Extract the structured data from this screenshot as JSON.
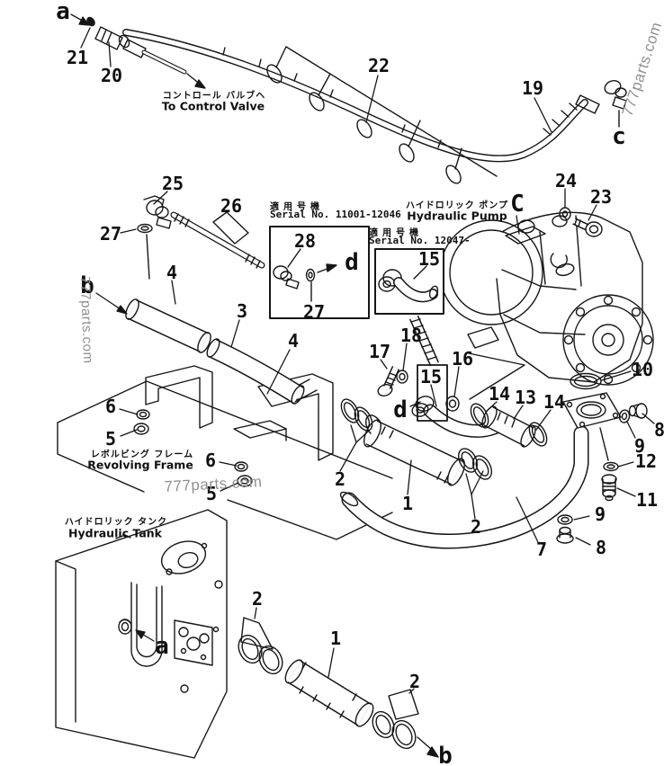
{
  "figure": {
    "type": "hydraulic-piping-parts-diagram"
  },
  "watermark": {
    "text": "777parts.com"
  },
  "annotations": {
    "control_valve_jp": "コントロール バルブヘ",
    "control_valve_en": "To Control Valve",
    "hydraulic_pump_jp": "ハイドロリック ポンプ",
    "hydraulic_pump_en": "Hydraulic Pump",
    "revolving_frame_jp": "レボルビング フレーム",
    "revolving_frame_en": "Revolving Frame",
    "hydraulic_tank_jp": "ハイドロリック タンク",
    "hydraulic_tank_en": "Hydraulic Tank",
    "serial_jp": "適用号機",
    "serial_range_1": "Serial No. 11001-12046",
    "serial_range_2": "Serial No. 12047-"
  },
  "markers": {
    "a_top": "a",
    "b_left": "b",
    "c_top": "c",
    "c_pump": "C",
    "d_box": "d",
    "d_mid": "d",
    "a_tank": "a",
    "b_bottom": "b"
  },
  "callouts": {
    "n21": "21",
    "n20": "20",
    "n22": "22",
    "n19": "19",
    "n25": "25",
    "n26": "26",
    "n27_top": "27",
    "n28": "28",
    "n27_box": "27",
    "n15_box": "15",
    "n24": "24",
    "n23": "23",
    "n4_left": "4",
    "n3": "3",
    "n4_mid": "4",
    "n17": "17",
    "n18": "18",
    "n15_mid": "15",
    "n16": "16",
    "n14_left": "14",
    "n13": "13",
    "n14_right": "14",
    "n10": "10",
    "n8_top": "8",
    "n9_top": "9",
    "n12": "12",
    "n11": "11",
    "n6_frame": "6",
    "n5_frame": "5",
    "n6_mid": "6",
    "n5_mid": "5",
    "n2_mid": "2",
    "n1_mid": "1",
    "n2_right": "2",
    "n9_bottom": "9",
    "n8_bottom": "8",
    "n7": "7",
    "n2_bottom1": "2",
    "n1_bottom": "1",
    "n2_bottom2": "2"
  }
}
